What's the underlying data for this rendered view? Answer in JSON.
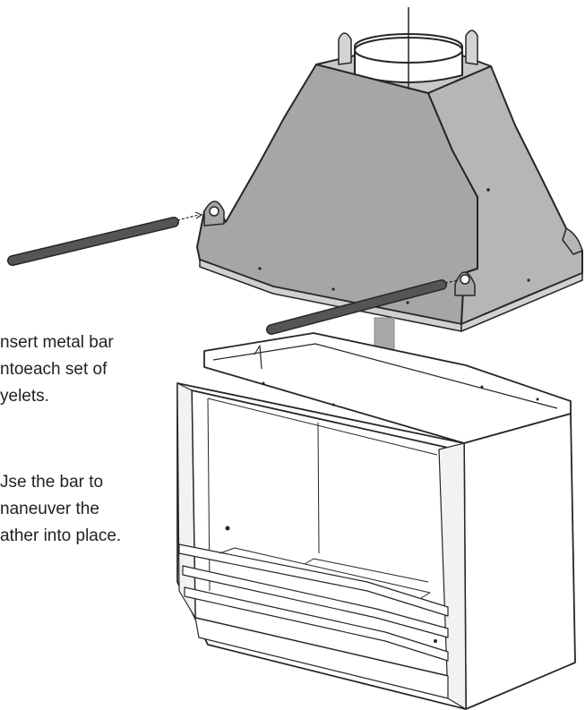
{
  "instructions": {
    "step1": {
      "lines": [
        "nsert metal bar",
        "ntoeach set of",
        "yelets."
      ]
    },
    "step2": {
      "lines": [
        "Jse the bar to",
        "naneuver the",
        "ather into place."
      ]
    }
  },
  "colors": {
    "hood_front": "#a6a6a6",
    "hood_side": "#b6b6b6",
    "hood_top": "#c8c8c8",
    "outline": "#262626",
    "metal_bar": "#555555",
    "arrow": "#a9a9a9",
    "fireplace": "#ffffff"
  }
}
